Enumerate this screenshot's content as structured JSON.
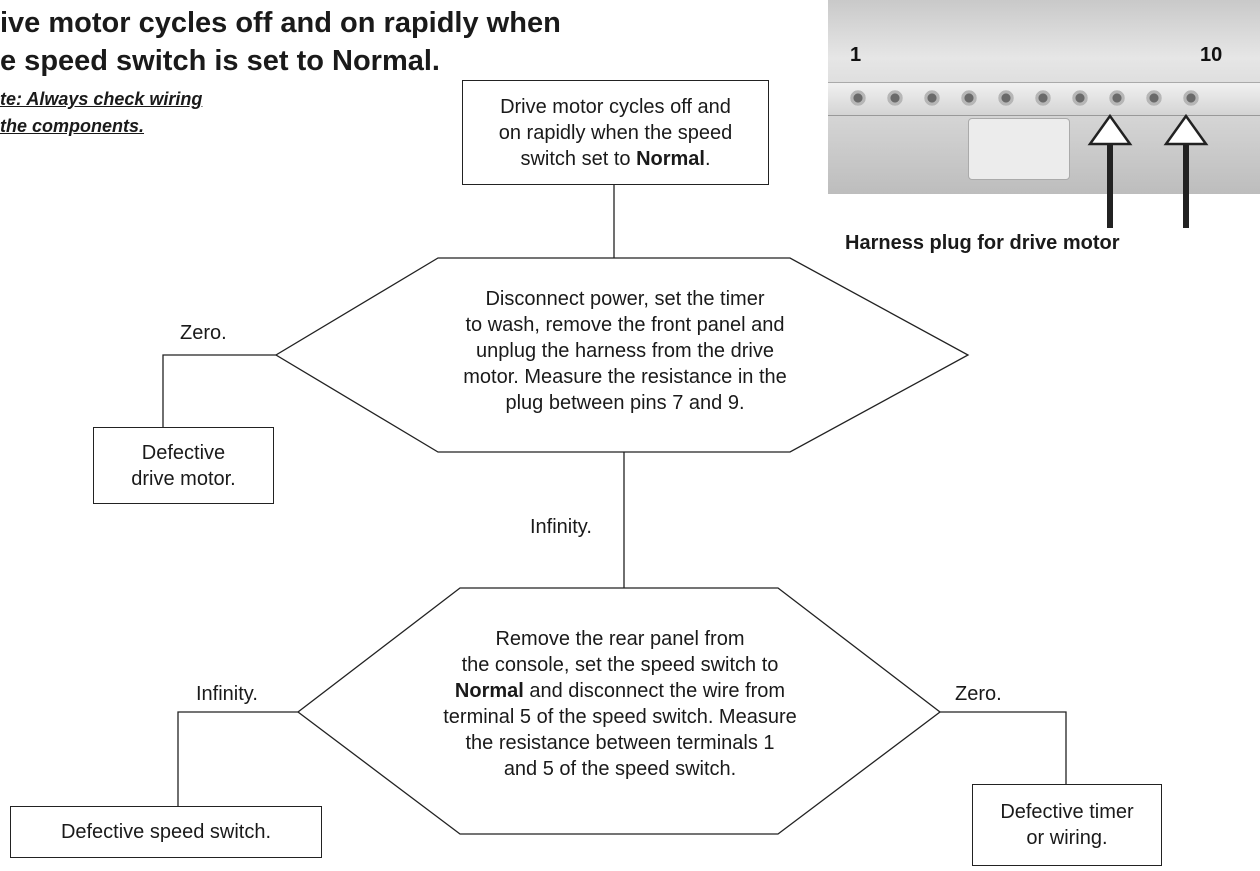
{
  "title": {
    "line1": "ive motor cycles off and on rapidly when",
    "line2": "e speed switch is set to Normal."
  },
  "note": {
    "line1": "te: Always check wiring",
    "line2": "the components."
  },
  "start_box": {
    "line1": "Drive motor cycles off and",
    "line2": "on rapidly when the speed",
    "line3_before": "switch set to ",
    "line3_bold": "Normal",
    "line3_after": "."
  },
  "decision1": {
    "line1": "Disconnect power, set the timer",
    "line2": "to wash, remove the front panel and",
    "line3": "unplug the harness from the drive",
    "line4": "motor.  Measure the resistance in the",
    "line5": "plug between pins 7 and 9.",
    "zero_label": "Zero.",
    "infinity_label": "Infinity."
  },
  "result_drive_motor": {
    "line1": "Defective",
    "line2": "drive motor."
  },
  "decision2": {
    "line1": "Remove the rear panel from",
    "line2": "the console, set the speed switch to",
    "line3_bold": "Normal",
    "line3_after": " and disconnect the wire from",
    "line4": "terminal 5 of the speed switch. Measure",
    "line5": "the resistance between terminals 1",
    "line6": "and 5 of the speed switch.",
    "infinity_label": "Infinity.",
    "zero_label": "Zero."
  },
  "result_speed_switch": "Defective speed switch.",
  "result_timer": {
    "line1": "Defective timer",
    "line2": "or wiring."
  },
  "photo": {
    "pin_first": "1",
    "pin_last": "10",
    "caption": "Harness plug for drive motor"
  }
}
